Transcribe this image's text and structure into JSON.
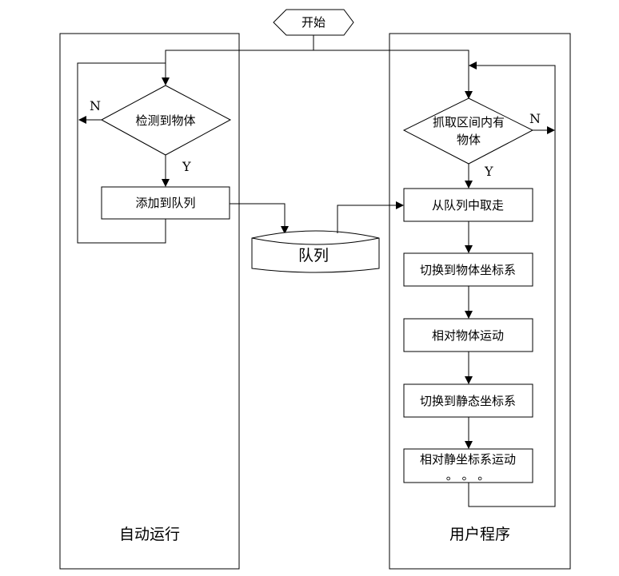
{
  "diagram": {
    "start": "开始",
    "lanes": {
      "left_title": "自动运行",
      "right_title": "用户程序"
    },
    "left": {
      "decision": "检测到物体",
      "process": "添加到队列",
      "no_label": "N",
      "yes_label": "Y"
    },
    "queue": "队列",
    "right": {
      "decision_line1": "抓取区间内有",
      "decision_line2": "物体",
      "no_label": "N",
      "yes_label": "Y",
      "steps": [
        "从队列中取走",
        "切换到物体坐标系",
        "相对物体运动",
        "切换到静态坐标系",
        "相对静坐标系运动"
      ],
      "ellipsis": "。 。 。"
    }
  }
}
